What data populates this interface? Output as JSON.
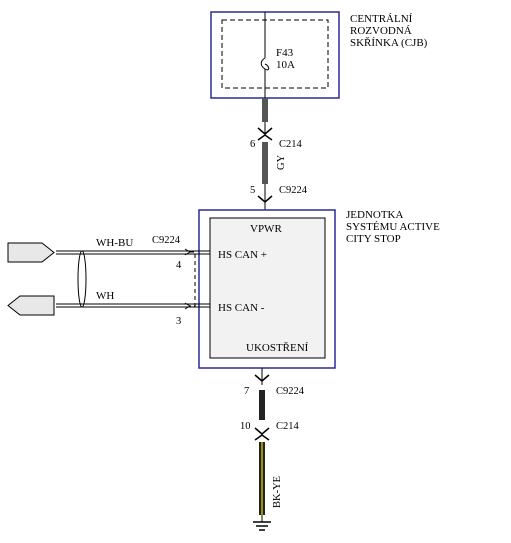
{
  "cjb": {
    "title_line1": "CENTRÁLNÍ",
    "title_line2": "ROZVODNÁ",
    "title_line3": "SKŘÍNKA (CJB)",
    "fuse_id": "F43",
    "fuse_rating": "10A"
  },
  "connector_top": {
    "pin_upper": "6",
    "name_upper": "C214",
    "wire_color": "GY",
    "pin_lower": "5",
    "name_lower": "C9224"
  },
  "module": {
    "title_line1": "JEDNOTKA",
    "title_line2": "SYSTÉMU ACTIVE",
    "title_line3": "CITY STOP",
    "power_label": "VPWR",
    "can_high_label": "HS CAN +",
    "can_low_label": "HS CAN -",
    "ground_label": "UKOSTŘENÍ"
  },
  "can_bus": {
    "wire_high_color": "WH-BU",
    "wire_low_color": "WH",
    "connector": "C9224",
    "pin_high": "4",
    "pin_low": "3"
  },
  "connector_bottom": {
    "pin_upper": "7",
    "name_upper": "C9224",
    "pin_lower": "10",
    "name_lower": "C214",
    "wire_color": "BK-YE"
  }
}
